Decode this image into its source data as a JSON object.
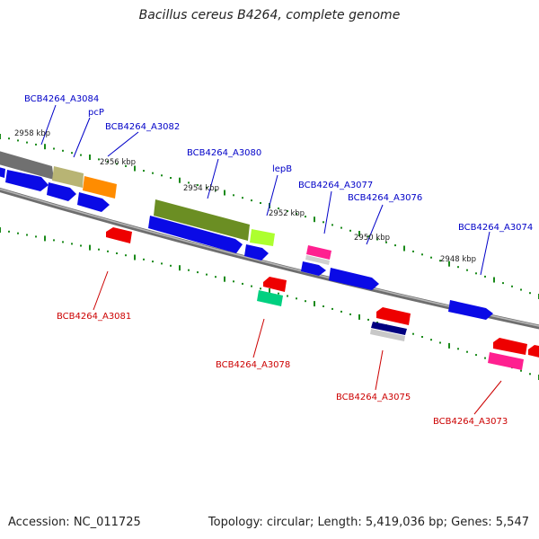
{
  "title": "Bacillus cereus B4264, complete genome",
  "footer": {
    "accession": "Accession: NC_011725",
    "summary": "Topology: circular; Length: 5,419,036 bp; Genes: 5,547"
  },
  "kbp_ticks": [
    "2958 kbp",
    "2956 kbp",
    "2954 kbp",
    "2952 kbp",
    "2950 kbp",
    "2948 kbp"
  ],
  "forward_labels": [
    "BCB4264_A3084",
    "pcP",
    "BCB4264_A3082",
    "BCB4264_A3080",
    "lepB",
    "BCB4264_A3077",
    "BCB4264_A3076",
    "BCB4264_A3074"
  ],
  "reverse_labels": [
    "BCB4264_A3081",
    "BCB4264_A3078",
    "BCB4264_A3075",
    "BCB4264_A3073"
  ],
  "colors": {
    "forward_label": "#0000c8",
    "reverse_label": "#cc0000",
    "backbone": "#808080",
    "tick": "#1a8a1a",
    "blue_gene": "#0a0ae6",
    "red_gene": "#ee0000"
  }
}
